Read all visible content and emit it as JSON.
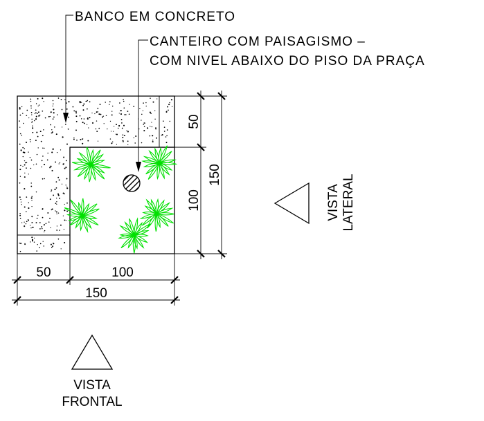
{
  "annotations": {
    "bench": "BANCO EM CONCRETO",
    "planter_line1": "CANTEIRO COM PAISAGISMO –",
    "planter_line2": "COM NIVEL ABAIXO DO PISO DA PRAÇA"
  },
  "dimensions": {
    "horizontal": {
      "left": "50",
      "right": "100",
      "total": "150"
    },
    "vertical": {
      "top": "50",
      "bottom": "100",
      "total": "150"
    }
  },
  "views": {
    "frontal_line1": "VISTA",
    "frontal_line2": "FRONTAL",
    "lateral_line1": "VISTA",
    "lateral_line2": "LATERAL"
  },
  "colors": {
    "vegetation": "#00e000",
    "lines": "#000000"
  },
  "icons": {
    "plant": "plant-icon",
    "tree": "tree-hatch-icon",
    "view_marker": "triangle-view-marker-icon"
  }
}
